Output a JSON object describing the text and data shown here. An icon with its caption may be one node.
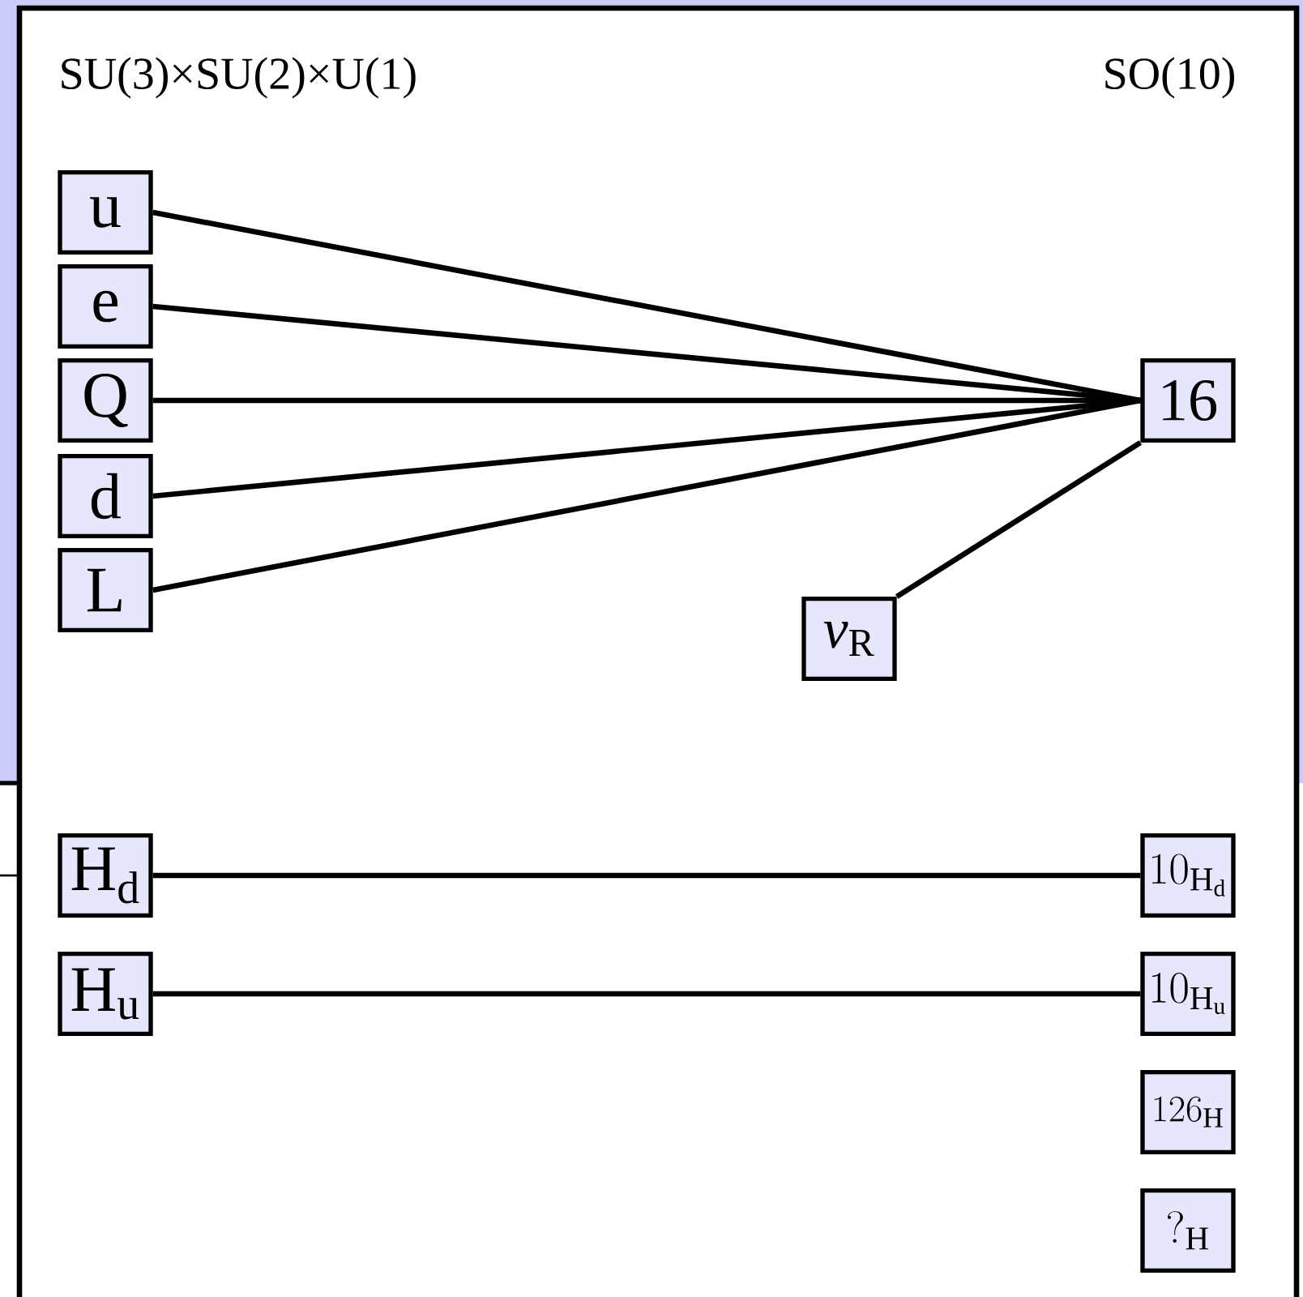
{
  "diagram": {
    "nodes": [
      {
        "text": [
          "u"
        ]
      },
      {
        "text": [
          "e"
        ]
      },
      {
        "text": [
          "Q"
        ]
      },
      {
        "text": [
          "d"
        ]
      },
      {
        "text": [
          "L"
        ]
      },
      {
        "text": [
          "16"
        ]
      },
      {
        "text": [
          "*ν*$_{R}$"
        ]
      },
      {
        "text": [
          "H$_{d}$"
        ]
      },
      {
        "text": [
          "H$_{u}$"
        ]
      },
      {
        "text": [
          "10_{\\mathrm{H}_{\\mathrm{d}}}"
        ]
      },
      {
        "text": [
          "10_{\\mathrm{H}_{\\mathrm{u}}}"
        ]
      },
      {
        "text": [
          "126_{\\mathrm{H}}"
        ]
      },
      {
        "text": [
          "?_{\\mathrm{H}}"
        ]
      }
    ],
    "edges": [
      {
        "from": 0,
        "to": 5,
        "arrow": "none"
      },
      {
        "from": 1,
        "to": 5,
        "arrow": "none"
      },
      {
        "from": 2,
        "to": 5,
        "arrow": "none"
      },
      {
        "from": 3,
        "to": 5,
        "arrow": "none"
      },
      {
        "from": 4,
        "to": 5,
        "arrow": "none"
      },
      {
        "from": 6,
        "to": 5,
        "arrow": "none"
      },
      {
        "from": 7,
        "to": 9,
        "arrow": "none"
      },
      {
        "from": 8,
        "to": 10,
        "arrow": "none"
      }
    ],
    "labels": [
      "SU(3)×SU(2)×U(1)",
      "SO(10)"
    ]
  }
}
